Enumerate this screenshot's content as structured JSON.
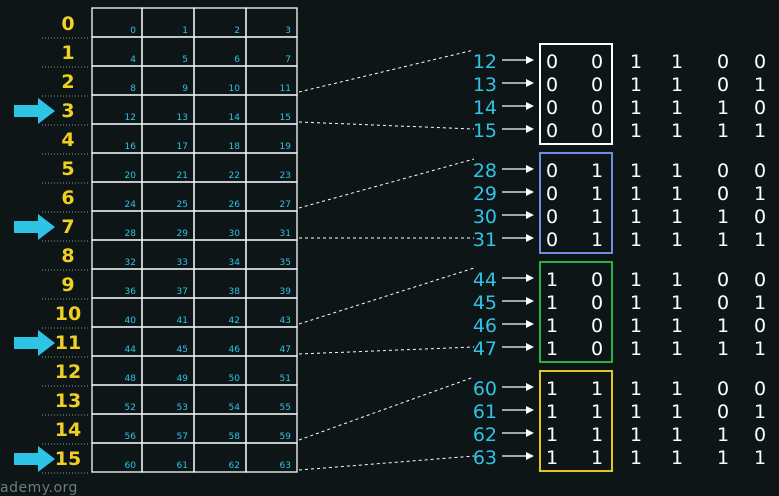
{
  "colors": {
    "background": "#0d1517",
    "row_index": "#f0d020",
    "cell_number": "#2ec4e6",
    "address": "#2ec4e6",
    "arrow": "#2ec4e6",
    "bits": "#ffffff",
    "grid": "#e8eef0",
    "box_group_1": "#ffffff",
    "box_group_2": "#6f8ee0",
    "box_group_3": "#27b34a",
    "box_group_4": "#e6c521"
  },
  "row_labels": [
    "0",
    "1",
    "2",
    "3",
    "4",
    "5",
    "6",
    "7",
    "8",
    "9",
    "10",
    "11",
    "12",
    "13",
    "14",
    "15"
  ],
  "highlighted_rows": [
    3,
    7,
    11,
    15
  ],
  "memory_cells": [
    [
      "0",
      "1",
      "2",
      "3"
    ],
    [
      "4",
      "5",
      "6",
      "7"
    ],
    [
      "8",
      "9",
      "10",
      "11"
    ],
    [
      "12",
      "13",
      "14",
      "15"
    ],
    [
      "16",
      "17",
      "18",
      "19"
    ],
    [
      "20",
      "21",
      "22",
      "23"
    ],
    [
      "24",
      "25",
      "26",
      "27"
    ],
    [
      "28",
      "29",
      "30",
      "31"
    ],
    [
      "32",
      "33",
      "34",
      "35"
    ],
    [
      "36",
      "37",
      "38",
      "39"
    ],
    [
      "40",
      "41",
      "42",
      "43"
    ],
    [
      "44",
      "45",
      "46",
      "47"
    ],
    [
      "48",
      "49",
      "50",
      "51"
    ],
    [
      "52",
      "53",
      "54",
      "55"
    ],
    [
      "56",
      "57",
      "58",
      "59"
    ],
    [
      "60",
      "61",
      "62",
      "63"
    ]
  ],
  "groups": [
    {
      "row": 3,
      "box_color": "#ffffff",
      "entries": [
        {
          "address": "12",
          "bits": [
            "0",
            "0",
            "1",
            "1",
            "0",
            "0"
          ]
        },
        {
          "address": "13",
          "bits": [
            "0",
            "0",
            "1",
            "1",
            "0",
            "1"
          ]
        },
        {
          "address": "14",
          "bits": [
            "0",
            "0",
            "1",
            "1",
            "1",
            "0"
          ]
        },
        {
          "address": "15",
          "bits": [
            "0",
            "0",
            "1",
            "1",
            "1",
            "1"
          ]
        }
      ]
    },
    {
      "row": 7,
      "box_color": "#6f8ee0",
      "entries": [
        {
          "address": "28",
          "bits": [
            "0",
            "1",
            "1",
            "1",
            "0",
            "0"
          ]
        },
        {
          "address": "29",
          "bits": [
            "0",
            "1",
            "1",
            "1",
            "0",
            "1"
          ]
        },
        {
          "address": "30",
          "bits": [
            "0",
            "1",
            "1",
            "1",
            "1",
            "0"
          ]
        },
        {
          "address": "31",
          "bits": [
            "0",
            "1",
            "1",
            "1",
            "1",
            "1"
          ]
        }
      ]
    },
    {
      "row": 11,
      "box_color": "#27b34a",
      "entries": [
        {
          "address": "44",
          "bits": [
            "1",
            "0",
            "1",
            "1",
            "0",
            "0"
          ]
        },
        {
          "address": "45",
          "bits": [
            "1",
            "0",
            "1",
            "1",
            "0",
            "1"
          ]
        },
        {
          "address": "46",
          "bits": [
            "1",
            "0",
            "1",
            "1",
            "1",
            "0"
          ]
        },
        {
          "address": "47",
          "bits": [
            "1",
            "0",
            "1",
            "1",
            "1",
            "1"
          ]
        }
      ]
    },
    {
      "row": 15,
      "box_color": "#e6c521",
      "entries": [
        {
          "address": "60",
          "bits": [
            "1",
            "1",
            "1",
            "1",
            "0",
            "0"
          ]
        },
        {
          "address": "61",
          "bits": [
            "1",
            "1",
            "1",
            "1",
            "0",
            "1"
          ]
        },
        {
          "address": "62",
          "bits": [
            "1",
            "1",
            "1",
            "1",
            "1",
            "0"
          ]
        },
        {
          "address": "63",
          "bits": [
            "1",
            "1",
            "1",
            "1",
            "1",
            "1"
          ]
        }
      ]
    }
  ],
  "watermark": "ademy.org"
}
